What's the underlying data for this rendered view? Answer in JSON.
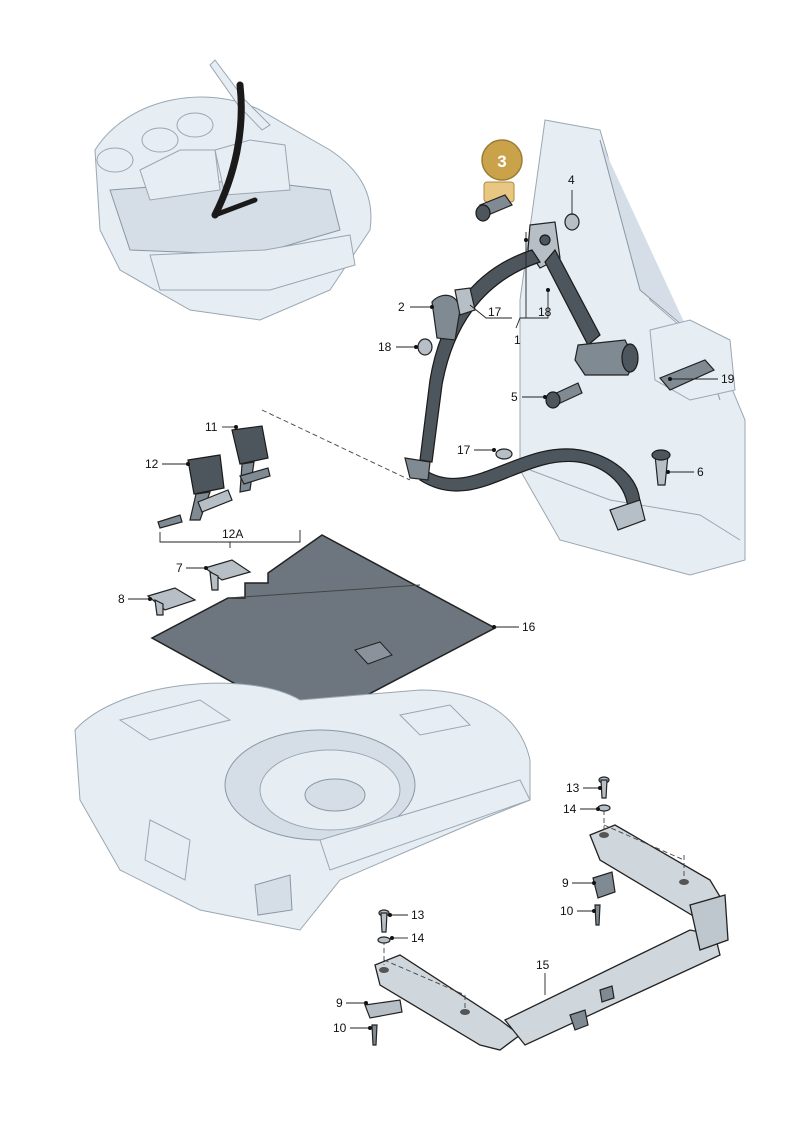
{
  "highlight": {
    "number": "3",
    "badge_color": "#c9a24a",
    "part_color": "#e8c783"
  },
  "labels": {
    "l2": "2",
    "l4": "4",
    "l5": "5",
    "l6": "6",
    "l7": "7",
    "l8": "8",
    "l9a": "9",
    "l9b": "9",
    "l10a": "10",
    "l10b": "10",
    "l11": "11",
    "l12": "12",
    "l12a": "12A",
    "l13a": "13",
    "l13b": "13",
    "l14a": "14",
    "l14b": "14",
    "l15": "15",
    "l16": "16",
    "l17a": "17",
    "l17b": "17",
    "l18a": "18",
    "l18b": "18",
    "l1": "1",
    "l19": "19"
  },
  "colors": {
    "ghost_fill": "#e6edf3",
    "part_fill": "#7f8a93",
    "line": "#222222"
  }
}
